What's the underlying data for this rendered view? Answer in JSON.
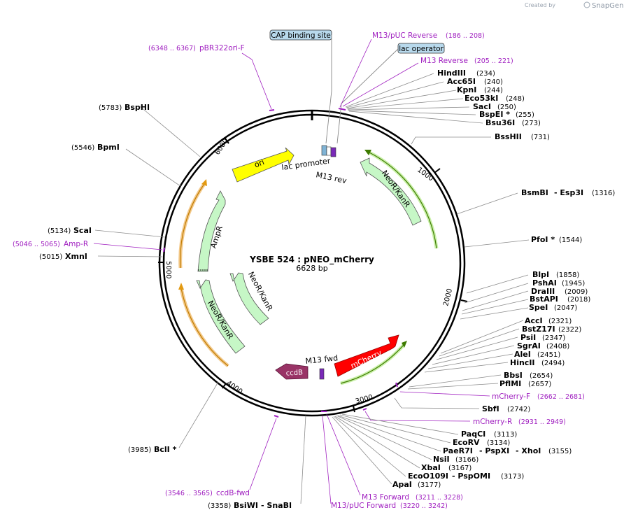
{
  "watermark": {
    "created_by": "Created by",
    "brand": "SnapGene"
  },
  "plasmid": {
    "title": "YSBE 524 : pNEO_mCherry",
    "length": "6628 bp"
  },
  "ticks": [
    "1000",
    "2000",
    "3000",
    "4000",
    "5000",
    "6000"
  ],
  "boxed_features": {
    "cap": "CAP binding site",
    "lacop": "lac operator"
  },
  "features": {
    "ori": "ori",
    "lac_promoter": "lac promoter",
    "m13rev": "M13 rev",
    "m13fwd": "M13 fwd",
    "neo_right": "NeoR/KanR",
    "neo_left_in": "NeoR/KanR",
    "neo_left_out": "NeoR/KanR",
    "ampr": "AmpR",
    "mcherry": "mCherry",
    "ccdb": "ccdB"
  },
  "primers": {
    "m13puc_rev": {
      "name": "M13/pUC Reverse",
      "pos": "(186 .. 208)"
    },
    "m13_rev": {
      "name": "M13 Reverse",
      "pos": "(205 .. 221)"
    },
    "pbr": {
      "name": "pBR322ori-F",
      "pos": "(6348 .. 6367)"
    },
    "ampr": {
      "name": "Amp-R",
      "pos": "(5046 .. 5065)"
    },
    "mcherryf": {
      "name": "mCherry-F",
      "pos": "(2662 .. 2681)"
    },
    "mcherryr": {
      "name": "mCherry-R",
      "pos": "(2931 .. 2949)"
    },
    "m13fwd": {
      "name": "M13 Forward",
      "pos": "(3211 .. 3228)"
    },
    "m13puc_fwd": {
      "name": "M13/pUC Forward",
      "pos": "(3220 .. 3242)"
    },
    "ccdbfwd": {
      "name": "ccdB-fwd",
      "pos": "(3546 .. 3565)"
    }
  },
  "sites": {
    "hindiii": {
      "name": "HindIII",
      "pos": "(234)"
    },
    "acc65i": {
      "name": "Acc65I",
      "pos": "(240)"
    },
    "kpni": {
      "name": "KpnI",
      "pos": "(244)"
    },
    "eco53ki": {
      "name": "Eco53kI",
      "pos": "(248)"
    },
    "saci": {
      "name": "SacI",
      "pos": "(250)"
    },
    "bspei": {
      "name": "BspEI  *",
      "pos": "(255)"
    },
    "bsu36i": {
      "name": "Bsu36I",
      "pos": "(273)"
    },
    "bsshii": {
      "name": "BssHII",
      "pos": "(731)"
    },
    "bsmbi": {
      "name": "BsmBI",
      "name2": "-  Esp3I",
      "pos": "(1316)"
    },
    "pfoi": {
      "name": "PfoI  *",
      "pos": "(1544)"
    },
    "blpi": {
      "name": "BlpI",
      "pos": "(1858)"
    },
    "pshai": {
      "name": "PshAI",
      "pos": "(1945)"
    },
    "draiii": {
      "name": "DraIII",
      "pos": "(2009)"
    },
    "bstapi": {
      "name": "BstAPI",
      "pos": "(2018)"
    },
    "spei": {
      "name": "SpeI",
      "pos": "(2047)"
    },
    "acci": {
      "name": "AccI",
      "pos": "(2321)"
    },
    "bstz17i": {
      "name": "BstZ17I",
      "pos": "(2322)"
    },
    "psii": {
      "name": "PsiI",
      "pos": "(2347)"
    },
    "sgrai": {
      "name": "SgrAI",
      "pos": "(2408)"
    },
    "alei": {
      "name": "AleI",
      "pos": "(2451)"
    },
    "hincii": {
      "name": "HincII",
      "pos": "(2494)"
    },
    "bbsi": {
      "name": "BbsI",
      "pos": "(2654)"
    },
    "pflmi": {
      "name": "PflMI",
      "pos": "(2657)"
    },
    "sbfi": {
      "name": "SbfI",
      "pos": "(2742)"
    },
    "paqci": {
      "name": "PaqCI",
      "pos": "(3113)"
    },
    "ecorv": {
      "name": "EcoRV",
      "pos": "(3134)"
    },
    "paer7i": {
      "name": "PaeR7I",
      "name2": "-  PspXI",
      "name3": "-  XhoI",
      "pos": "(3155)"
    },
    "nsii": {
      "name": "NsiI",
      "pos": "(3166)"
    },
    "xbai": {
      "name": "XbaI",
      "pos": "(3167)"
    },
    "eco0109i": {
      "name": "EcoO109I",
      "name2": "-  PspOMI",
      "pos": "(3173)"
    },
    "apai": {
      "name": "ApaI",
      "pos": "(3177)"
    },
    "bsiwi": {
      "name": "BsiWI",
      "name2": "-  SnaBI",
      "pos": "(3358)"
    },
    "bcli": {
      "name": "BclI  *",
      "pos": "(3985)"
    },
    "xmni": {
      "name": "XmnI",
      "pos": "(5015)"
    },
    "scai": {
      "name": "ScaI",
      "pos": "(5134)"
    },
    "bpmi": {
      "name": "BpmI",
      "pos": "(5546)"
    },
    "bsphi": {
      "name": "BspHI",
      "pos": "(5783)"
    }
  },
  "colors": {
    "ori": "#ffff00",
    "resistance": "#c6f7c6",
    "mcherry": "#ff0000",
    "ccdb": "#993366",
    "feature_label": "#a020c0",
    "backbone": "#000000"
  }
}
